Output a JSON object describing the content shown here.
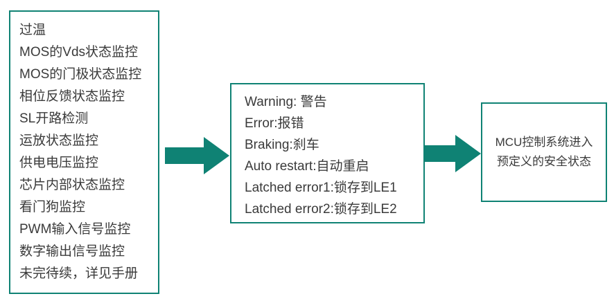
{
  "diagram": {
    "monitor_box": {
      "items": [
        "过温",
        "MOS的Vds状态监控",
        "MOS的门极状态监控",
        "相位反馈状态监控",
        "SL开路检测",
        "运放状态监控",
        "供电电压监控",
        "芯片内部状态监控",
        "看门狗监控",
        "PWM输入信号监控",
        "数字输出信号监控",
        "未完待续，详见手册"
      ]
    },
    "response_box": {
      "items": [
        "Warning: 警告",
        "Error:报错",
        "Braking:刹车",
        "Auto restart:自动重启",
        "Latched error1:锁存到LE1",
        "Latched error2:锁存到LE2"
      ]
    },
    "result_box": {
      "lines": [
        "MCU控制系统进入",
        "预定义的安全状态"
      ]
    },
    "colors": {
      "accent_teal": "#0F8274",
      "text": "#3A3A3A",
      "background": "#FFFFFF"
    }
  }
}
